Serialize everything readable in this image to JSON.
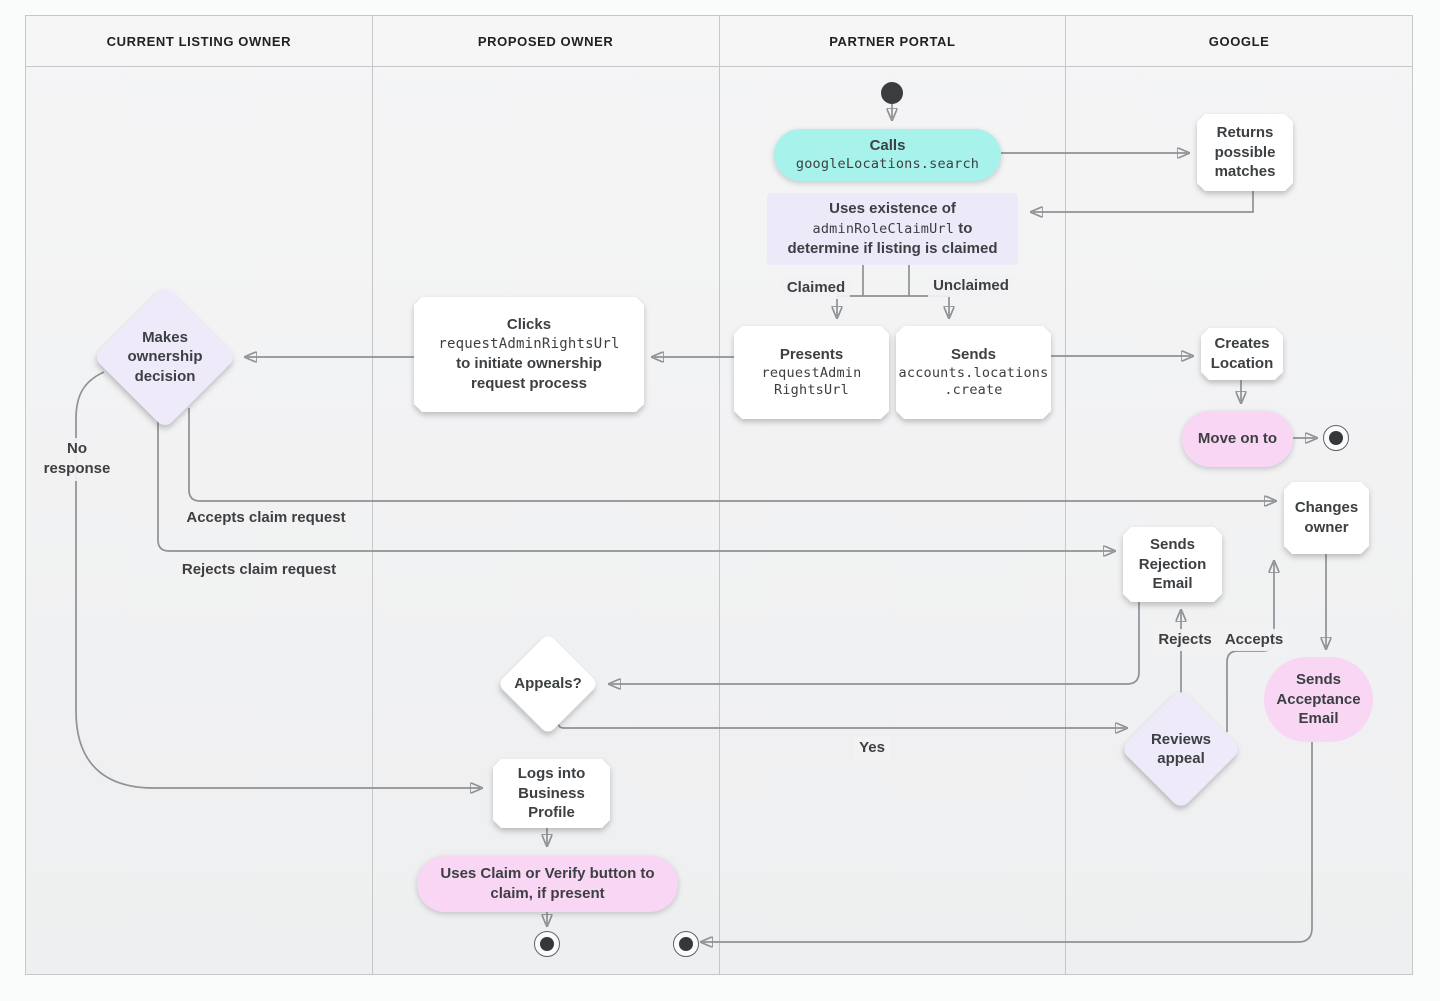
{
  "header": {
    "lanes": [
      {
        "label": "CURRENT LISTING OWNER"
      },
      {
        "label": "PROPOSED OWNER"
      },
      {
        "label": "PARTNER PORTAL"
      },
      {
        "label": "GOOGLE"
      }
    ]
  },
  "nodes": {
    "calls": {
      "title": "Calls",
      "code": "googleLocations.search"
    },
    "returns_matches": {
      "text": "Returns possible matches"
    },
    "uses_existence": {
      "line1": "Uses existence of",
      "code": "adminRoleClaimUrl",
      "line2": "to",
      "line3": "determine if listing is claimed"
    },
    "presents": {
      "title": "Presents",
      "code_line1": "requestAdmin",
      "code_line2": "RightsUrl"
    },
    "sends_create": {
      "title": "Sends",
      "code_line1": "accounts.locations",
      "code_line2": ".create"
    },
    "creates_location": {
      "text": "Creates Location"
    },
    "move_on": {
      "text": "Move on to"
    },
    "clicks": {
      "title": "Clicks",
      "code": "requestAdminRightsUrl",
      "line2": "to initiate ownership",
      "line3": "request process"
    },
    "makes_decision": {
      "text": "Makes ownership decision"
    },
    "changes_owner": {
      "text": "Changes owner"
    },
    "sends_rejection": {
      "text": "Sends Rejection Email"
    },
    "sends_acceptance": {
      "text": "Sends Acceptance Email"
    },
    "appeals": {
      "text": "Appeals?"
    },
    "reviews_appeal": {
      "text": "Reviews appeal"
    },
    "logs_in": {
      "text": "Logs into Business Profile"
    },
    "uses_claim": {
      "text": "Uses Claim or Verify button to claim, if present"
    }
  },
  "edge_labels": {
    "claimed": "Claimed",
    "unclaimed": "Unclaimed",
    "no_response": "No response",
    "accepts_claim": "Accepts claim request",
    "rejects_claim": "Rejects claim request",
    "rejects": "Rejects",
    "accepts": "Accepts",
    "yes": "Yes"
  },
  "colors": {
    "teal": "#a7f3eb",
    "lavender": "#ece9f8",
    "diamond": "#efeafa",
    "pink": "#f9d6f3",
    "card": "#ffffff",
    "line": "#8e9296",
    "arrow": "#7b7f83",
    "ink": "#3c4043"
  }
}
